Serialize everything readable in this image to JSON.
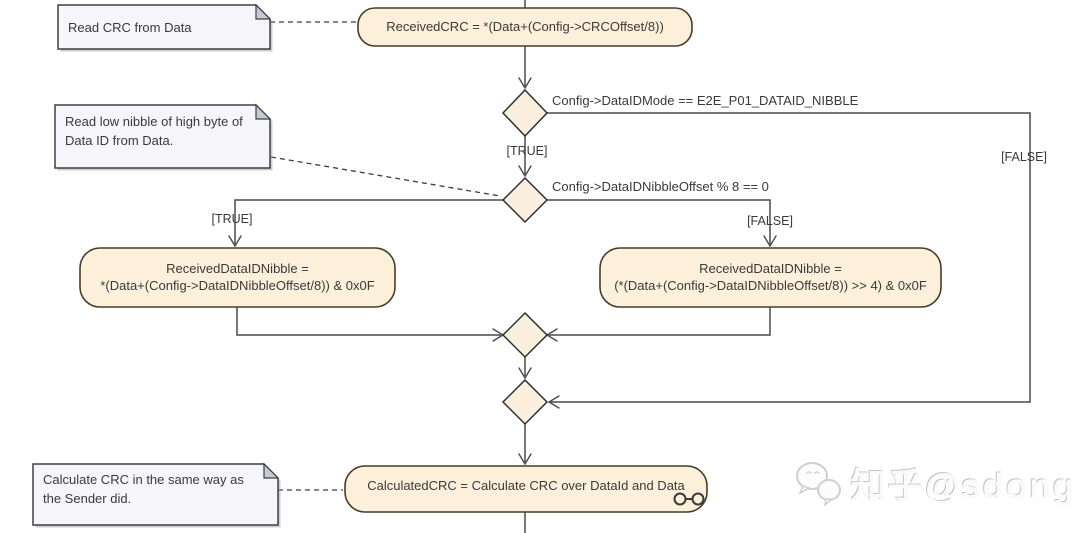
{
  "diagram": {
    "notes": [
      {
        "id": "read-crc",
        "text": "Read CRC from Data"
      },
      {
        "id": "read-nibble",
        "text": "Read low nibble of high byte of Data ID from Data."
      },
      {
        "id": "calc-crc",
        "text": "Calculate CRC in the same way as the Sender did."
      }
    ],
    "actions": [
      {
        "id": "received-crc",
        "text": "ReceivedCRC = *(Data+(Config->CRCOffset/8))"
      },
      {
        "id": "nibble-low",
        "line1": "ReceivedDataIDNibble =",
        "line2": "*(Data+(Config->DataIDNibbleOffset/8)) & 0x0F"
      },
      {
        "id": "nibble-high",
        "line1": "ReceivedDataIDNibble =",
        "line2": "(*(Data+(Config->DataIDNibbleOffset/8)) >> 4) & 0x0F"
      },
      {
        "id": "calculated-crc",
        "text": "CalculatedCRC = Calculate CRC over DataId and Data"
      }
    ],
    "decisions": [
      {
        "id": "dataid-mode",
        "condition": "Config->DataIDMode == E2E_P01_DATAID_NIBBLE"
      },
      {
        "id": "nibble-offset",
        "condition": "Config->DataIDNibbleOffset % 8 == 0"
      }
    ],
    "guards": {
      "true1": "[TRUE]",
      "false1": "[FALSE]",
      "true2": "[TRUE]",
      "false2": "[FALSE]"
    }
  },
  "watermark": {
    "text": "知乎@sdong",
    "icon": "chat-bubbles-icon"
  },
  "colors": {
    "action_fill": "#fdf0da",
    "action_border": "#473c28",
    "diamond_fill": "#f9efdc",
    "diamond_border": "#2f2f2f",
    "note_fill": "#f6f5fa",
    "note_border": "#3e3e46",
    "note_fold": "#c9c9d2",
    "note_shadow": "#9b9b9b",
    "line": "#4a4a4a",
    "dash": "#3c3c3c",
    "text": "#3a3a3a"
  }
}
